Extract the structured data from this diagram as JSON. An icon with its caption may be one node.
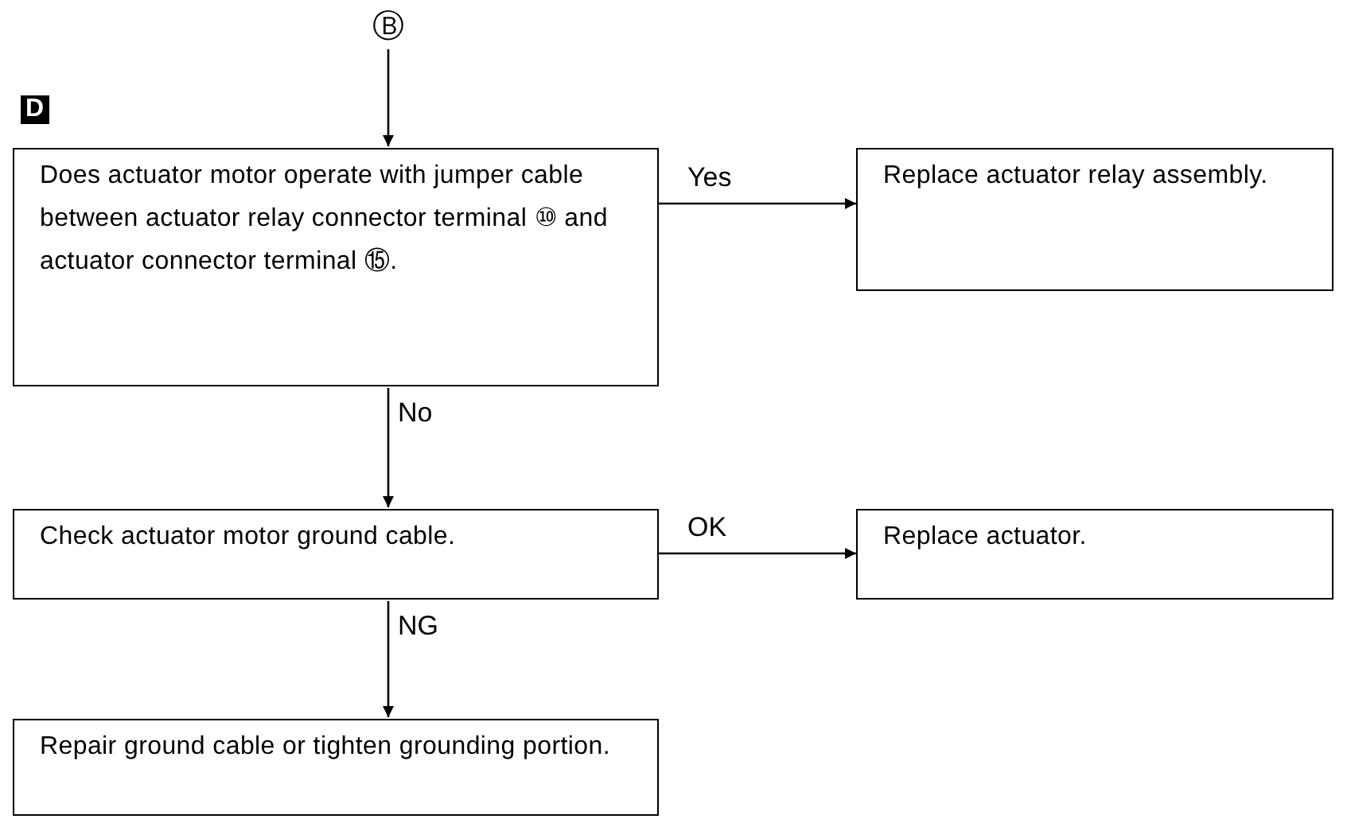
{
  "diagram": {
    "nodes": [
      {
        "text": [
          "Ⓑ"
        ]
      },
      {
        "text": [
          "Does actuator motor operate with jumper cable between actuator relay connector terminal ⑩ and actuator connector terminal ⑮."
        ]
      },
      {
        "text": [
          "Replace actuator relay assembly."
        ]
      },
      {
        "text": [
          "Check actuator motor ground cable."
        ]
      },
      {
        "text": [
          "Replace actuator."
        ]
      },
      {
        "text": [
          "Repair ground cable or tighten grounding portion."
        ]
      }
    ],
    "edges": [
      {
        "from": 0,
        "to": 1,
        "arrow": "to"
      },
      {
        "from": 1,
        "to": 2,
        "arrow": "to",
        "label": "Yes"
      },
      {
        "from": 1,
        "to": 3,
        "arrow": "to",
        "label": "No"
      },
      {
        "from": 3,
        "to": 4,
        "arrow": "to",
        "label": "OK"
      },
      {
        "from": 3,
        "to": 5,
        "arrow": "to",
        "label": "NG"
      }
    ],
    "labels": [
      "D"
    ]
  }
}
